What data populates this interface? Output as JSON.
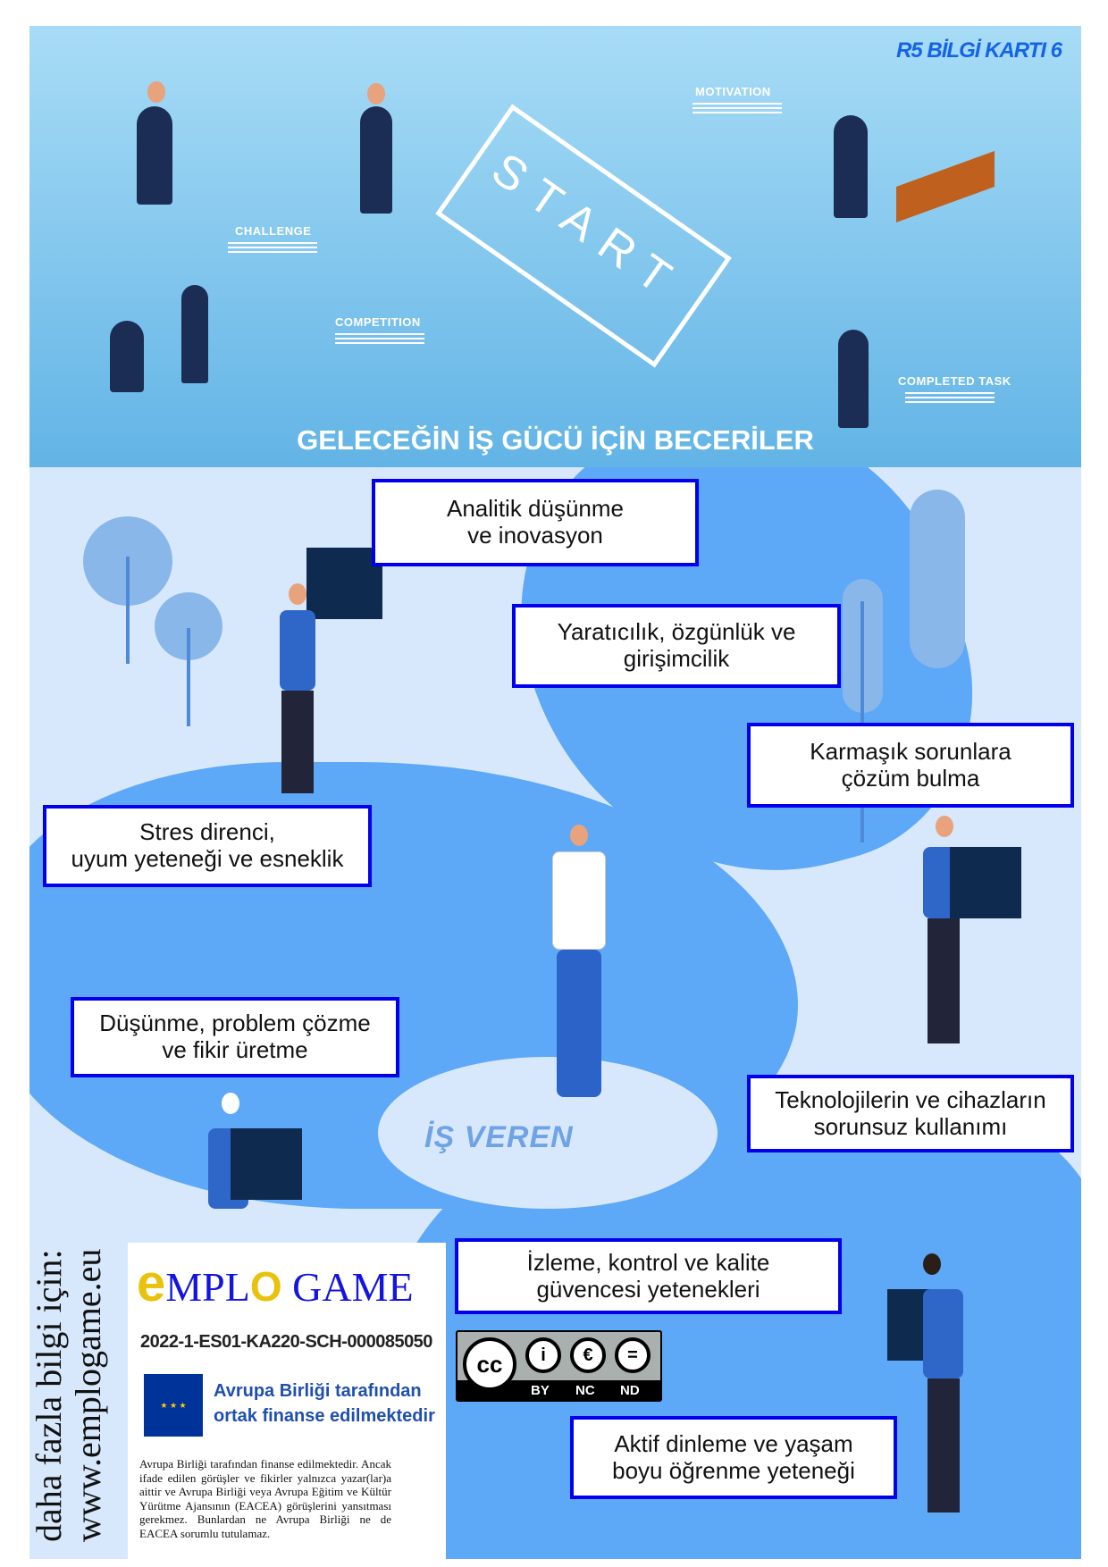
{
  "header": {
    "card_title": "R5 BİLGİ KARTI 6",
    "main_title": "GELECEĞİN İŞ GÜCÜ İÇİN BECERİLER",
    "labels": {
      "challenge": "CHALLENGE",
      "motivation": "MOTIVATION",
      "competition": "COMPETITION",
      "completed": "COMPLETED TASK",
      "start": "START"
    }
  },
  "skills": [
    {
      "line1": "Analitik düşünme",
      "line2": "ve inovasyon"
    },
    {
      "line1": "Yaratıcılık, özgünlük ve",
      "line2": "girişimcilik"
    },
    {
      "line1": "Karmaşık sorunlara",
      "line2": "çözüm bulma"
    },
    {
      "line1": "Stres direnci,",
      "line2": "uyum yeteneği ve esneklik"
    },
    {
      "line1": "Düşünme, problem çözme",
      "line2": "ve fikir üretme"
    },
    {
      "line1": "Teknolojilerin ve cihazların",
      "line2": "sorunsuz kullanımı"
    },
    {
      "line1": "İzleme, kontrol ve kalite",
      "line2": "güvencesi yetenekleri"
    },
    {
      "line1": "Aktif dinleme ve yaşam",
      "line2": "boyu öğrenme yeteneği"
    }
  ],
  "center_label": "İŞ VEREN",
  "footer": {
    "logo": {
      "e": "e",
      "mpl": "MPL",
      "o": "O",
      "game": "GAME"
    },
    "project_id": "2022-1-ES01-KA220-SCH-000085050",
    "eu_line1": "Avrupa Birliği tarafından",
    "eu_line2": "ortak finanse edilmektedir",
    "disclaimer": "Avrupa Birliği tarafından finanse edilmektedir. Ancak ifade edilen görüşler ve fikirler yalnızca yazar(lar)a aittir ve Avrupa Birliği veya Avrupa Eğitim ve Kültür Yürütme Ajansının (EACEA) görüşlerini yansıtması gerekmez. Bunlardan ne Avrupa Birliği ne de EACEA sorumlu tutulamaz.",
    "license": {
      "cc": "cc",
      "by": "BY",
      "nc": "NC",
      "nd": "ND"
    },
    "more_info": "daha fazla bilgi için:",
    "website": "www.emplogame.eu"
  },
  "colors": {
    "box_border": "#0000ee",
    "river": "#5ea8f8",
    "background": "#d8e8fc"
  }
}
